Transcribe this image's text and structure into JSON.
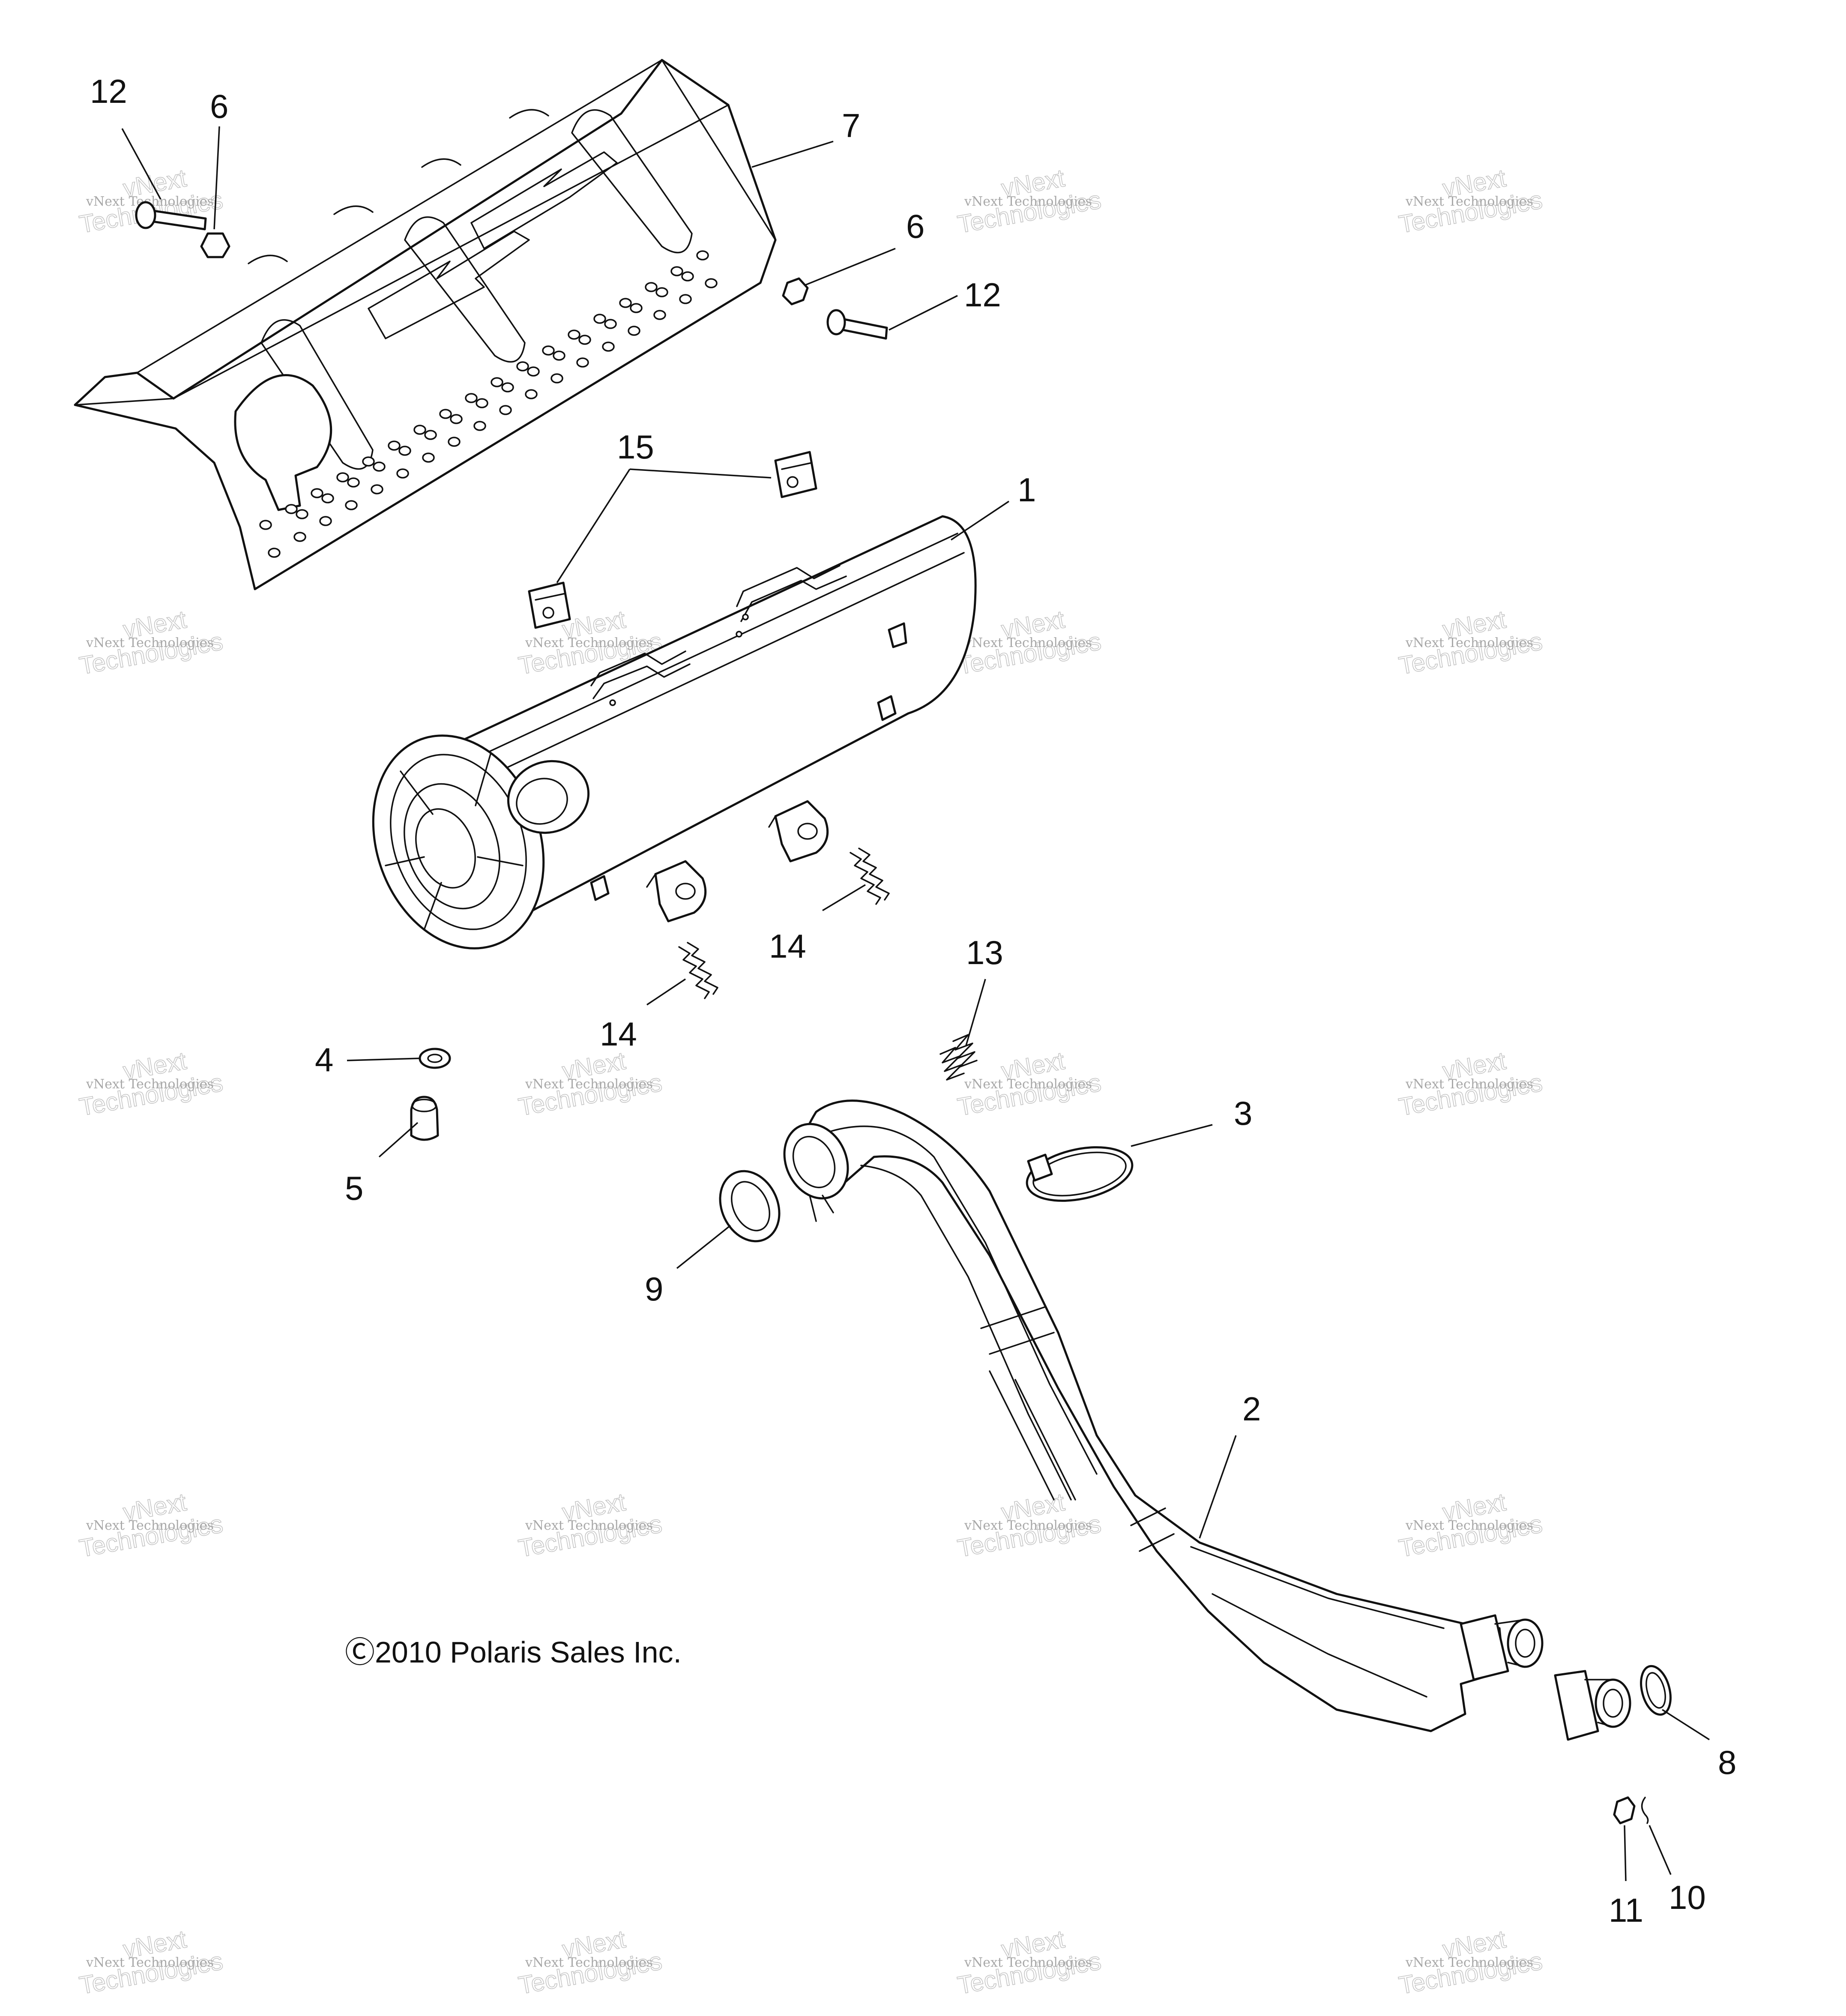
{
  "callouts": [
    "12",
    "6",
    "7",
    "6",
    "12",
    "15",
    "1",
    "14",
    "14",
    "13",
    "4",
    "5",
    "3",
    "9",
    "2",
    "8",
    "11",
    "10"
  ],
  "copyright": "Ⓒ2010 Polaris Sales Inc.",
  "watermark": {
    "line1": "vNext Technologies",
    "line2": "vNext",
    "line3": "Technologies"
  },
  "colors": {
    "ink": "#111111",
    "watermark": "#b8b8b8",
    "background": "#ffffff"
  }
}
